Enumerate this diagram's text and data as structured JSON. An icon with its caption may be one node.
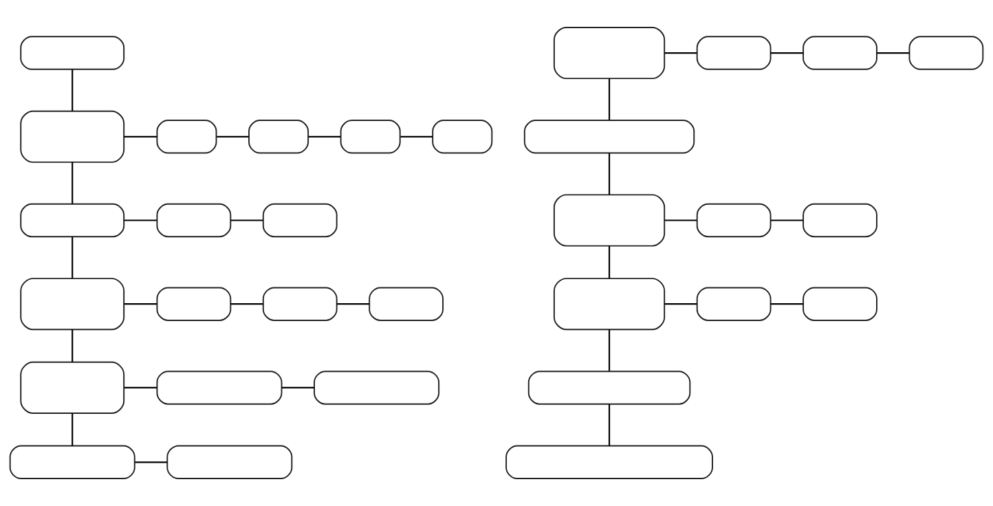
{
  "diagram": {
    "nodes": [
      {
        "text": [],
        "shape": "box"
      },
      {
        "text": [],
        "shape": "box"
      },
      {
        "text": [],
        "shape": "box"
      },
      {
        "text": [],
        "shape": "box"
      },
      {
        "text": [],
        "shape": "box"
      },
      {
        "text": [],
        "shape": "box"
      },
      {
        "text": [],
        "shape": "box"
      },
      {
        "text": [],
        "shape": "box"
      },
      {
        "text": [],
        "shape": "box"
      },
      {
        "text": [],
        "shape": "box"
      },
      {
        "text": [],
        "shape": "box"
      },
      {
        "text": [],
        "shape": "box"
      },
      {
        "text": [],
        "shape": "box"
      },
      {
        "text": [],
        "shape": "box"
      },
      {
        "text": [],
        "shape": "box"
      },
      {
        "text": [],
        "shape": "box"
      },
      {
        "text": [],
        "shape": "box"
      },
      {
        "text": [],
        "shape": "box"
      },
      {
        "text": [],
        "shape": "box"
      },
      {
        "text": [],
        "shape": "box"
      },
      {
        "text": [],
        "shape": "box"
      },
      {
        "text": [],
        "shape": "box"
      },
      {
        "text": [],
        "shape": "box"
      },
      {
        "text": [],
        "shape": "box"
      },
      {
        "text": [],
        "shape": "box"
      },
      {
        "text": [],
        "shape": "box"
      },
      {
        "text": [],
        "shape": "box"
      },
      {
        "text": [],
        "shape": "box"
      },
      {
        "text": [],
        "shape": "box"
      },
      {
        "text": [],
        "shape": "box"
      },
      {
        "text": [],
        "shape": "box"
      }
    ],
    "edges": [
      {
        "from": 0,
        "to": 1,
        "arrow": "none"
      },
      {
        "from": 1,
        "to": 2,
        "arrow": "none"
      },
      {
        "from": 2,
        "to": 3,
        "arrow": "none"
      },
      {
        "from": 3,
        "to": 4,
        "arrow": "none"
      },
      {
        "from": 4,
        "to": 5,
        "arrow": "none"
      },
      {
        "from": 1,
        "to": 6,
        "arrow": "none"
      },
      {
        "from": 6,
        "to": 7,
        "arrow": "none"
      },
      {
        "from": 7,
        "to": 8,
        "arrow": "none"
      },
      {
        "from": 6,
        "to": 9,
        "arrow": "none"
      },
      {
        "from": 9,
        "to": 10,
        "arrow": "none"
      },
      {
        "from": 10,
        "to": 11,
        "arrow": "none"
      },
      {
        "from": 11,
        "to": 12,
        "arrow": "none"
      },
      {
        "from": 9,
        "to": 13,
        "arrow": "none"
      },
      {
        "from": 13,
        "to": 14,
        "arrow": "none"
      },
      {
        "from": 14,
        "to": 15,
        "arrow": "none"
      },
      {
        "from": 13,
        "to": 16,
        "arrow": "none"
      },
      {
        "from": 16,
        "to": 17,
        "arrow": "none"
      },
      {
        "from": 18,
        "to": 19,
        "arrow": "none"
      },
      {
        "from": 19,
        "to": 20,
        "arrow": "none"
      },
      {
        "from": 20,
        "to": 21,
        "arrow": "none"
      },
      {
        "from": 18,
        "to": 22,
        "arrow": "none"
      },
      {
        "from": 22,
        "to": 23,
        "arrow": "none"
      },
      {
        "from": 23,
        "to": 24,
        "arrow": "none"
      },
      {
        "from": 24,
        "to": 25,
        "arrow": "none"
      },
      {
        "from": 23,
        "to": 26,
        "arrow": "none"
      },
      {
        "from": 26,
        "to": 27,
        "arrow": "none"
      },
      {
        "from": 27,
        "to": 28,
        "arrow": "none"
      },
      {
        "from": 26,
        "to": 29,
        "arrow": "none"
      },
      {
        "from": 29,
        "to": 30,
        "arrow": "none"
      }
    ]
  }
}
